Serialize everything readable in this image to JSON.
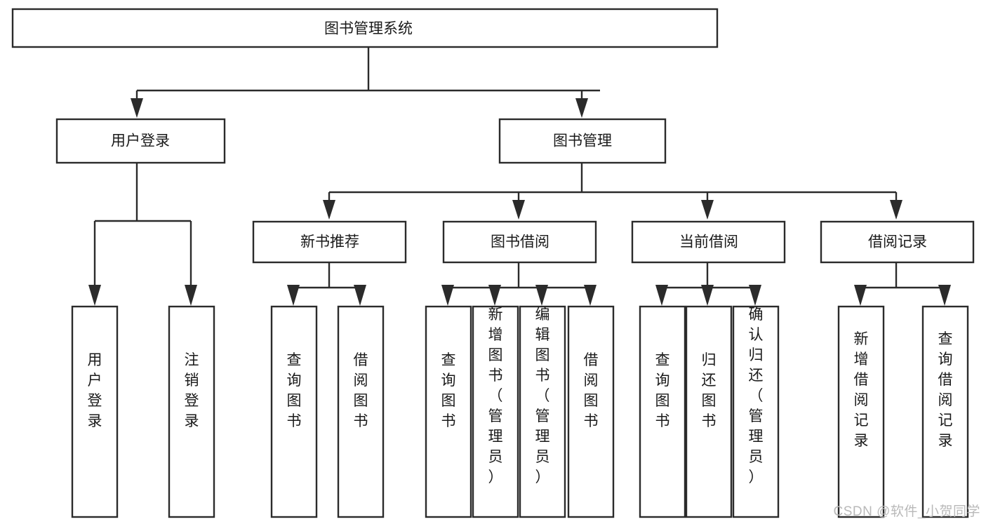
{
  "diagram": {
    "type": "tree-hierarchy",
    "title": "图书管理系统",
    "orientation": "top-down",
    "colors": {
      "box_stroke": "#2b2b2b",
      "box_fill": "#ffffff",
      "text": "#1a1a1a",
      "background": "#ffffff",
      "watermark": "#b9b9b9"
    },
    "root": {
      "label": "图书管理系统"
    },
    "level2": [
      {
        "label": "用户登录"
      },
      {
        "label": "图书管理"
      }
    ],
    "level3": [
      {
        "label": "新书推荐"
      },
      {
        "label": "图书借阅"
      },
      {
        "label": "当前借阅"
      },
      {
        "label": "借阅记录"
      }
    ],
    "leaves": {
      "user_login": [
        {
          "label": "用户登录"
        },
        {
          "label": "注销登录"
        }
      ],
      "new_book_recommend": [
        {
          "label": "查询图书"
        },
        {
          "label": "借阅图书"
        }
      ],
      "book_borrow": [
        {
          "label": "查询图书"
        },
        {
          "label": "新增图书（管理员）"
        },
        {
          "label": "编辑图书（管理员）"
        },
        {
          "label": "借阅图书"
        }
      ],
      "current_borrow": [
        {
          "label": "查询图书"
        },
        {
          "label": "归还图书"
        },
        {
          "label": "确认归还（管理员）"
        }
      ],
      "borrow_records": [
        {
          "label": "新增借阅记录"
        },
        {
          "label": "查询借阅记录"
        }
      ]
    }
  },
  "watermark": {
    "text": "CSDN @软件_小贺同学"
  }
}
